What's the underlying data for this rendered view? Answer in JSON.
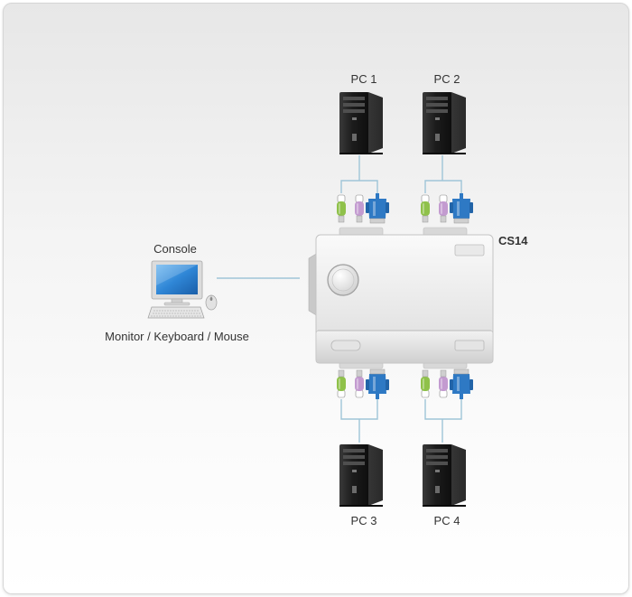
{
  "console": {
    "label": "Console",
    "caption": "Monitor / Keyboard / Mouse"
  },
  "switch": {
    "model": "CS14"
  },
  "pcs": [
    {
      "label": "PC 1"
    },
    {
      "label": "PC 2"
    },
    {
      "label": "PC 3"
    },
    {
      "label": "PC 4"
    }
  ],
  "colors": {
    "ps2_keyboard": "#8fc14a",
    "ps2_mouse": "#c39bd0",
    "vga": "#2e79c4",
    "cable": "#9fc5d8",
    "tower": "#1e1e1e"
  },
  "icons": {
    "monitor": "monitor-icon",
    "keyboard": "keyboard-icon",
    "mouse": "mouse-icon",
    "pc": "pc-tower-icon",
    "switch": "kvm-switch-icon",
    "connector": "connector-icon"
  }
}
